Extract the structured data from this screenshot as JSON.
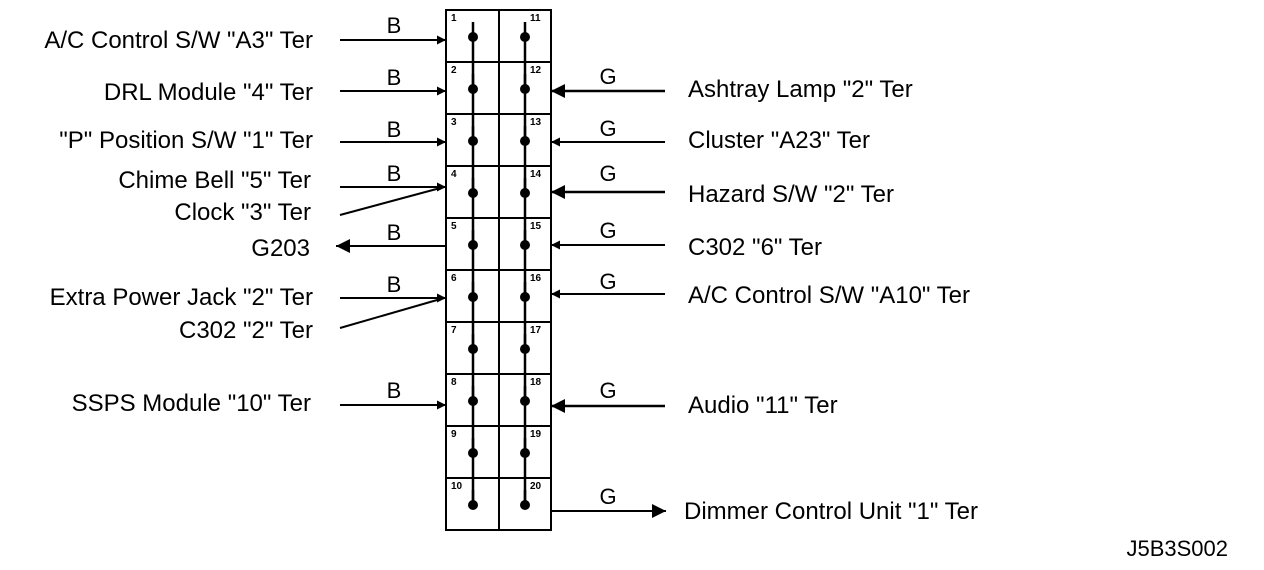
{
  "connector": {
    "rows": [
      {
        "left_pin": "1",
        "right_pin": "11"
      },
      {
        "left_pin": "2",
        "right_pin": "12"
      },
      {
        "left_pin": "3",
        "right_pin": "13"
      },
      {
        "left_pin": "4",
        "right_pin": "14"
      },
      {
        "left_pin": "5",
        "right_pin": "15"
      },
      {
        "left_pin": "6",
        "right_pin": "16"
      },
      {
        "left_pin": "7",
        "right_pin": "17"
      },
      {
        "left_pin": "8",
        "right_pin": "18"
      },
      {
        "left_pin": "9",
        "right_pin": "19"
      },
      {
        "left_pin": "10",
        "right_pin": "20"
      }
    ]
  },
  "left_connections": [
    {
      "label": "A/C Control S/W  \"A3\" Ter",
      "wire": "B"
    },
    {
      "label": "DRL Module  \"4\" Ter",
      "wire": "B"
    },
    {
      "label": "\"P\" Position S/W \"1\" Ter",
      "wire": "B"
    },
    {
      "label": "Chime Bell  \"5\" Ter",
      "label2": "Clock \"3\" Ter",
      "wire": "B"
    },
    {
      "label": "G203",
      "wire": "B"
    },
    {
      "label": "Extra Power Jack  \"2\" Ter",
      "label2": "C302 \"2\" Ter",
      "wire": "B"
    },
    {
      "label": "SSPS Module  \"10\" Ter",
      "wire": "B"
    }
  ],
  "right_connections": [
    {
      "label": "Ashtray Lamp  \"2\" Ter",
      "wire": "G"
    },
    {
      "label": "Cluster  \"A23\" Ter",
      "wire": "G"
    },
    {
      "label": "Hazard S/W  \"2\" Ter",
      "wire": "G"
    },
    {
      "label": "C302 \"6\" Ter",
      "wire": "G"
    },
    {
      "label": "A/C Control S/W  \"A10\" Ter",
      "wire": "G"
    },
    {
      "label": "Audio \"11\" Ter",
      "wire": "G"
    },
    {
      "label": "Dimmer Control Unit  \"1\" Ter",
      "wire": "G"
    }
  ],
  "figure_id": "J5B3S002"
}
